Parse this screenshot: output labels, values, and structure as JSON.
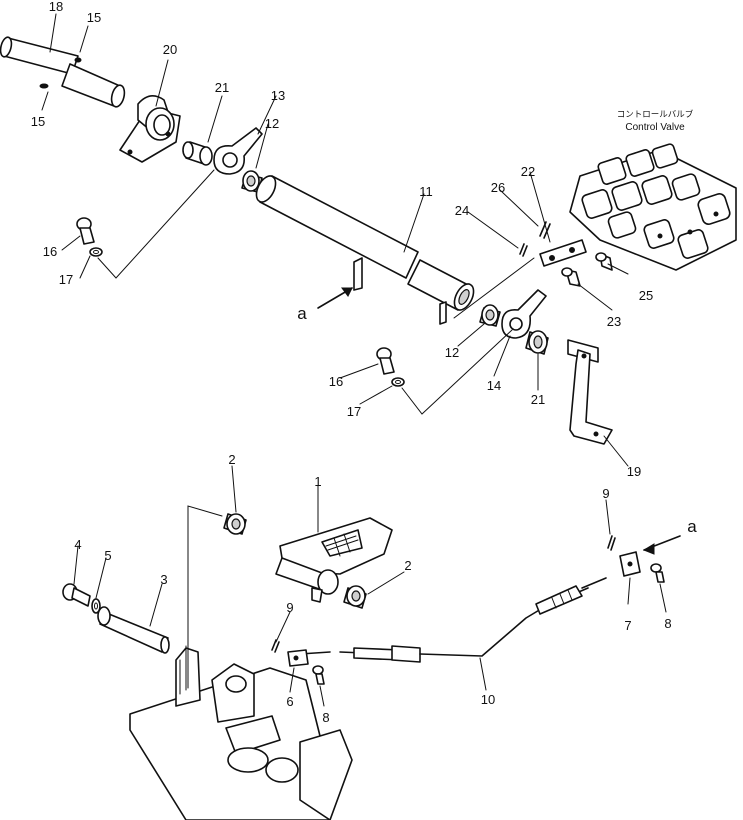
{
  "figure": {
    "callouts": [
      {
        "id": "c18",
        "text": "18"
      },
      {
        "id": "c15a",
        "text": "15"
      },
      {
        "id": "c15b",
        "text": "15"
      },
      {
        "id": "c20",
        "text": "20"
      },
      {
        "id": "c21a",
        "text": "21"
      },
      {
        "id": "c13",
        "text": "13"
      },
      {
        "id": "c12a",
        "text": "12"
      },
      {
        "id": "c16a",
        "text": "16"
      },
      {
        "id": "c17a",
        "text": "17"
      },
      {
        "id": "c11",
        "text": "11"
      },
      {
        "id": "c22",
        "text": "22"
      },
      {
        "id": "c26",
        "text": "26"
      },
      {
        "id": "c24",
        "text": "24"
      },
      {
        "id": "c25",
        "text": "25"
      },
      {
        "id": "c23",
        "text": "23"
      },
      {
        "id": "c12b",
        "text": "12"
      },
      {
        "id": "c14",
        "text": "14"
      },
      {
        "id": "c21b",
        "text": "21"
      },
      {
        "id": "c16b",
        "text": "16"
      },
      {
        "id": "c17b",
        "text": "17"
      },
      {
        "id": "c19",
        "text": "19"
      },
      {
        "id": "c2a",
        "text": "2"
      },
      {
        "id": "c1",
        "text": "1"
      },
      {
        "id": "c2b",
        "text": "2"
      },
      {
        "id": "c4",
        "text": "4"
      },
      {
        "id": "c5",
        "text": "5"
      },
      {
        "id": "c3",
        "text": "3"
      },
      {
        "id": "c9a",
        "text": "9"
      },
      {
        "id": "c6",
        "text": "6"
      },
      {
        "id": "c8a",
        "text": "8"
      },
      {
        "id": "c10",
        "text": "10"
      },
      {
        "id": "c9b",
        "text": "9"
      },
      {
        "id": "c7",
        "text": "7"
      },
      {
        "id": "c8b",
        "text": "8"
      }
    ],
    "view_markers": [
      {
        "id": "a1",
        "text": "a"
      },
      {
        "id": "a2",
        "text": "a"
      }
    ],
    "control_valve": {
      "label_jp": "コントロールバルブ",
      "label_en": "Control Valve"
    }
  }
}
